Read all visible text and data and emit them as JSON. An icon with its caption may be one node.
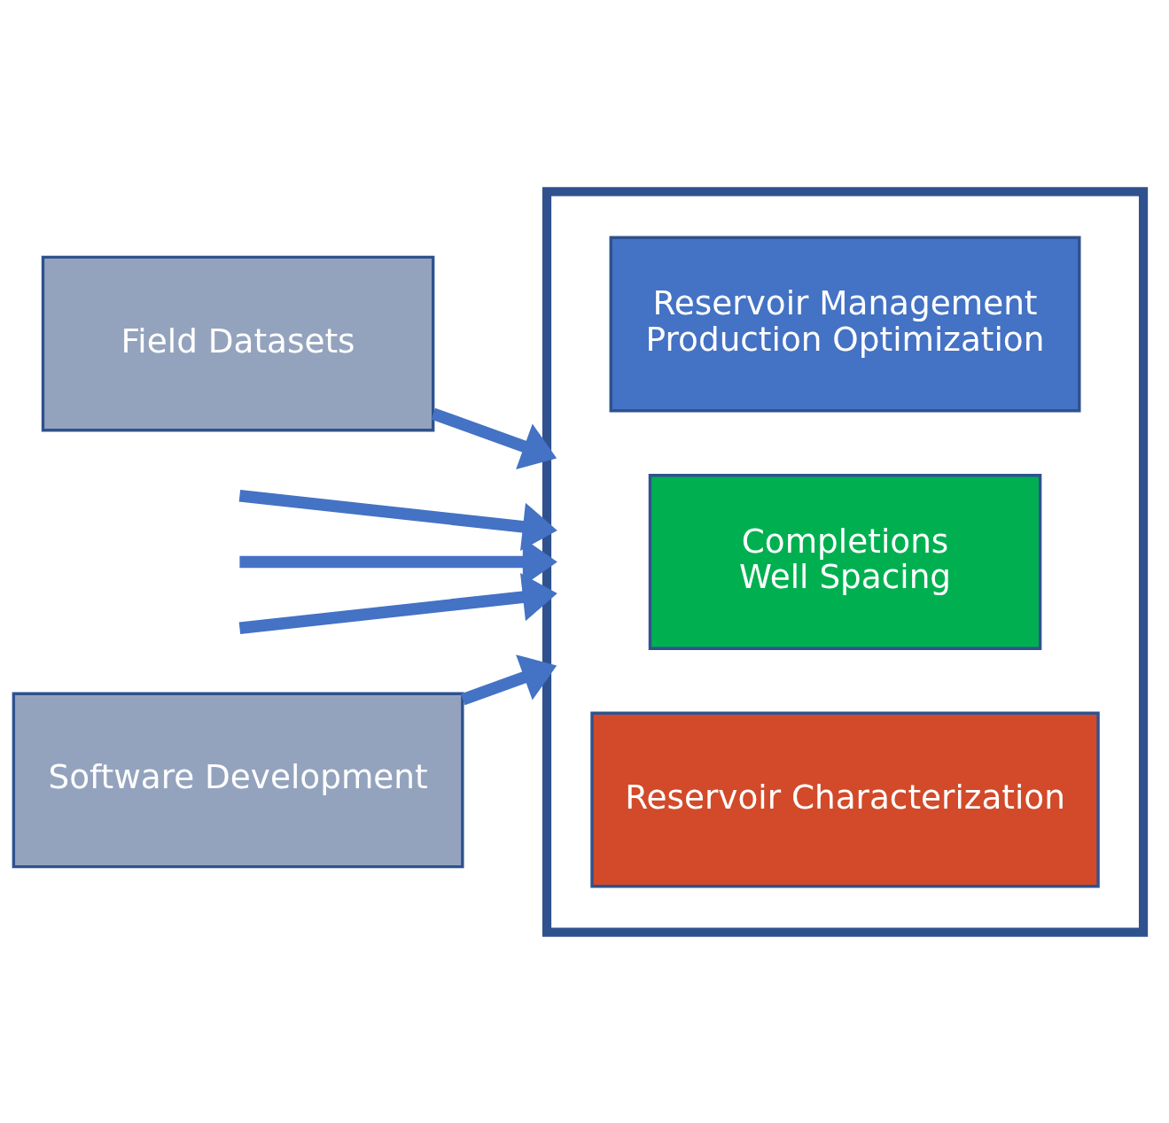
{
  "diagram": {
    "nodes": [
      {
        "text": [
          "Field Datasets"
        ]
      },
      {
        "text": [
          "Software Development"
        ]
      },
      {
        "text": [],
        "shape": "box"
      },
      {
        "text": [
          "Reservoir Management",
          "Production Optimization"
        ],
        "in": 2
      },
      {
        "text": [
          "Completions",
          "Well Spacing"
        ],
        "in": 2
      },
      {
        "text": [
          "Reservoir Characterization"
        ],
        "in": 2
      }
    ],
    "edges": [
      {
        "from": 0,
        "to": 2,
        "arrow": "to"
      },
      {
        "from": null,
        "to": 2,
        "arrow": "to"
      },
      {
        "from": null,
        "to": 2,
        "arrow": "to"
      },
      {
        "from": null,
        "to": 2,
        "arrow": "to"
      },
      {
        "from": 1,
        "to": 2,
        "arrow": "to"
      }
    ]
  }
}
